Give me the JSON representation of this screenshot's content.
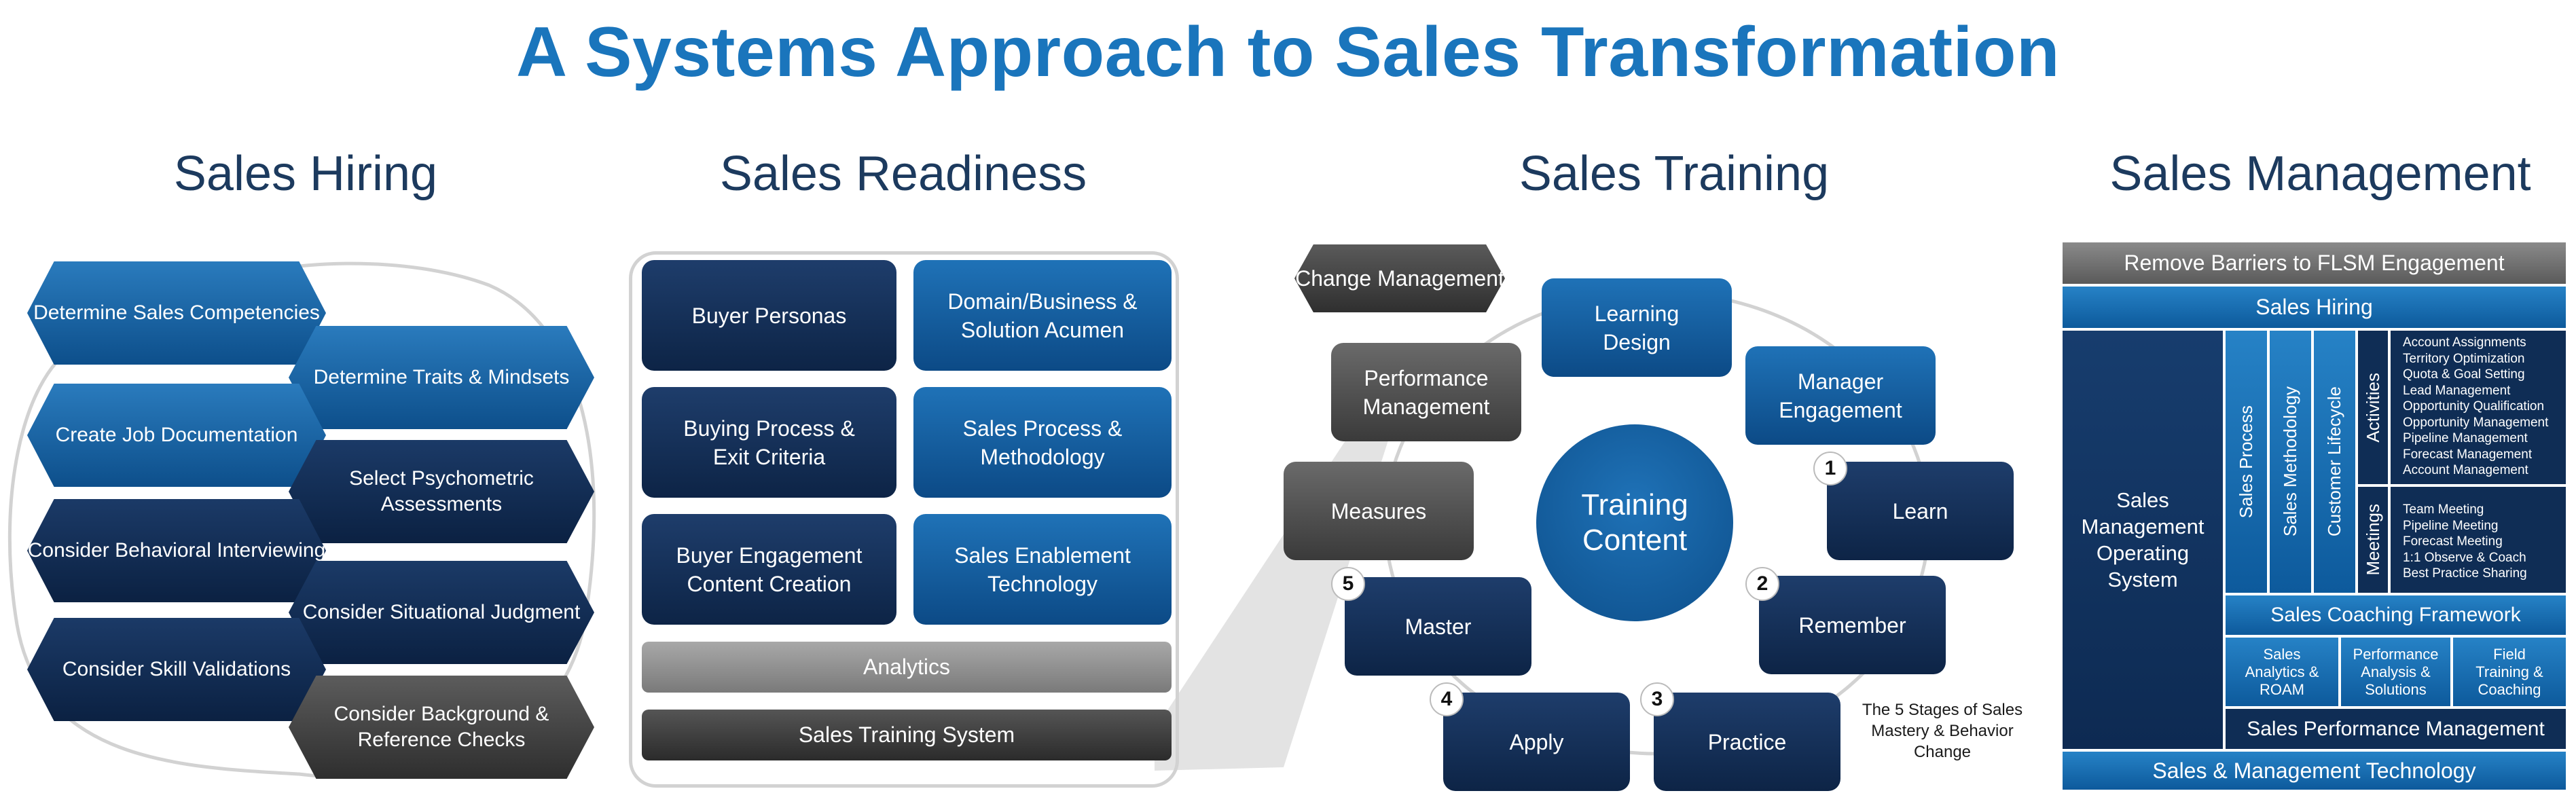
{
  "title": "A Systems Approach to Sales Transformation",
  "hiring": {
    "title": "Sales Hiring",
    "items": [
      "Determine Sales Competencies",
      "Determine Traits & Mindsets",
      "Create Job Documentation",
      "Select Psychometric Assessments",
      "Consider Behavioral Interviewing",
      "Consider Situational Judgment",
      "Consider Skill Validations",
      "Consider Background & Reference Checks"
    ]
  },
  "readiness": {
    "title": "Sales Readiness",
    "tiles": [
      "Buyer Personas",
      "Domain/Business & Solution Acumen",
      "Buying Process & Exit Criteria",
      "Sales Process & Methodology",
      "Buyer Engagement Content Creation",
      "Sales Enablement Technology"
    ],
    "analytics": "Analytics",
    "system": "Sales Training System"
  },
  "training": {
    "title": "Sales Training",
    "center": "Training Content",
    "change": "Change Management",
    "learning_design": "Learning Design",
    "manager": "Manager Engagement",
    "performance": "Performance Management",
    "measures": "Measures",
    "stages": [
      {
        "num": "1",
        "label": "Learn"
      },
      {
        "num": "2",
        "label": "Remember"
      },
      {
        "num": "3",
        "label": "Practice"
      },
      {
        "num": "4",
        "label": "Apply"
      },
      {
        "num": "5",
        "label": "Master"
      }
    ],
    "caption": "The 5 Stages of Sales Mastery & Behavior Change"
  },
  "management": {
    "title": "Sales Management",
    "remove_barriers": "Remove Barriers to FLSM Engagement",
    "hiring": "Sales Hiring",
    "operating_system": "Sales Management Operating System",
    "columns": [
      "Sales Process",
      "Sales Methodology",
      "Customer Lifecycle"
    ],
    "activities_label": "Activities",
    "activities": [
      "Account Assignments",
      "Territory Optimization",
      "Quota & Goal Setting",
      "Lead Management",
      "Opportunity Qualification",
      "Opportunity Management",
      "Pipeline Management",
      "Forecast Management",
      "Account Management"
    ],
    "meetings_label": "Meetings",
    "meetings": [
      "Team Meeting",
      "Pipeline Meeting",
      "Forecast Meeting",
      "1:1 Observe & Coach",
      "Best Practice Sharing"
    ],
    "coaching": "Sales Coaching Framework",
    "analytics": "Sales Analytics & ROAM",
    "perf_analysis": "Performance Analysis & Solutions",
    "field_training": "Field Training & Coaching",
    "perf_mgmt": "Sales Performance Management",
    "technology": "Sales & Management Technology"
  }
}
